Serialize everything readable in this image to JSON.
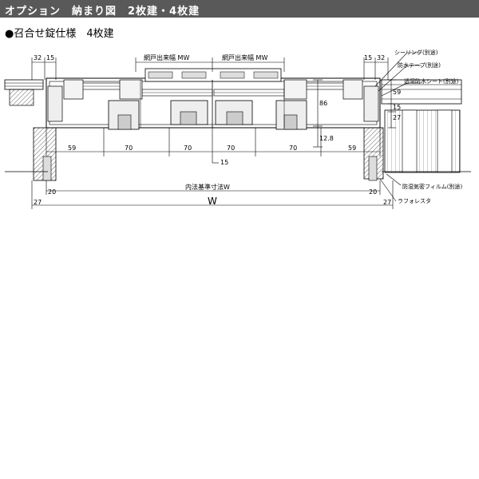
{
  "header": {
    "title": "オプション　納まり図　2枚建・4枚建"
  },
  "subtitle": "●召合せ錠仕様　4枚建",
  "dimensions": {
    "left_32": "32",
    "left_15": "15",
    "right_15": "15",
    "right_32": "32",
    "screen_mw_left": "網戸出来幅 MW",
    "screen_mw_right": "網戸出来幅 MW",
    "d59_left": "59",
    "d70_1": "70",
    "d70_2": "70",
    "d70_3": "70",
    "d70_4": "70",
    "d59_right": "59",
    "d15_center": "15",
    "right_59": "59",
    "right_15b": "15",
    "right_27": "27",
    "right_86": "86",
    "right_12_8": "12.8",
    "left_20": "20",
    "right_20": "20",
    "inner_width": "内法基準寸法W",
    "overall_w": "W",
    "left_27": "27",
    "right_27b": "27"
  },
  "annotations": {
    "sealing": "シーリング(別途)",
    "waterproof_tape": "防水テープ(別途)",
    "breathable_sheet": "透湿防水シート(別途)",
    "airtight_film": "防湿気密フィルム(別途)",
    "lath": "ラフォレスタ"
  },
  "colors": {
    "header_bg": "#595959",
    "line": "#000000",
    "fill_light": "#eeeeee",
    "fill_mid": "#cccccc"
  }
}
